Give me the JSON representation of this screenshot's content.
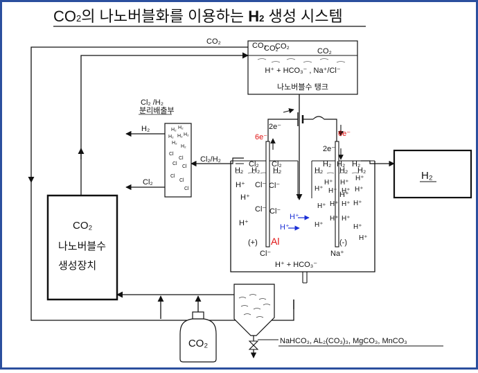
{
  "title": {
    "pre": "CO",
    "sub": "2",
    "post": "의 나노버블화를 이용하는 ",
    "h": "H",
    "hsub": "2",
    "tail": " 생성 시스템"
  },
  "tank": {
    "co2_marks": [
      "CO₂",
      "CO₂",
      "CO₂",
      "CO₂"
    ],
    "ions": "H⁺ + HCO₃⁻ , Na⁺/Cl⁻",
    "label": "나노버블수 탱크"
  },
  "labels": {
    "co2_top": "CO₂",
    "cl2h2_out": "Cl₂/H₂",
    "separator_title": "Cl₂ /H₂",
    "separator_sub": "분리배출부",
    "h2_out": "H₂",
    "cl2_out": "Cl₂",
    "e_left_red": "6e⁻",
    "e_left": "2e⁻",
    "e_right_red": "6e⁻",
    "e_right": "2e⁻",
    "anode_sign": "(+)",
    "anode_metal": "Al",
    "cathode_sign": "(-)",
    "cl_under": "Cl⁻",
    "na_under": "Na⁺",
    "cell_bottom": "H⁺ + HCO₃⁻",
    "h2_box": "H₂",
    "generator_line1": "CO₂",
    "generator_line2": "나노버블수",
    "generator_line3": "생성장치",
    "bottle": "CO₂",
    "salts": "NaHCO₃, AL₂(CO₃)₃, MgCO₃, MnCO₃"
  },
  "separator_items": [
    "H₂",
    "H₂",
    "H₂",
    "H₂",
    "H₂",
    "H₂",
    "H₂",
    "Cl",
    "Cl",
    "Cl",
    "Cl",
    "Cl",
    "Cl",
    "Cl"
  ],
  "cell_left": {
    "top_gas": [
      "Cl₂",
      "Cl₂",
      "H₂",
      "H₂",
      "H₂"
    ],
    "ions": [
      "H⁺",
      "Cl⁻",
      "Cl⁻",
      "H⁺",
      "Cl⁻",
      "Cl⁻",
      "H⁺"
    ]
  },
  "cell_right": {
    "top_gas": [
      "H₂",
      "H₂",
      "H₂",
      "H₂",
      "H₂",
      "H₂"
    ],
    "ions": [
      "H⁺",
      "H⁺",
      "H⁺",
      "H⁺",
      "H⁺",
      "H⁺",
      "H⁺",
      "H⁺",
      "H⁺",
      "H⁺",
      "H⁺",
      "H⁺",
      "H⁺",
      "H⁺",
      "H⁺",
      "H⁺"
    ]
  },
  "migrating_ions": [
    "H⁺",
    "H⁺",
    "H⁺"
  ]
}
